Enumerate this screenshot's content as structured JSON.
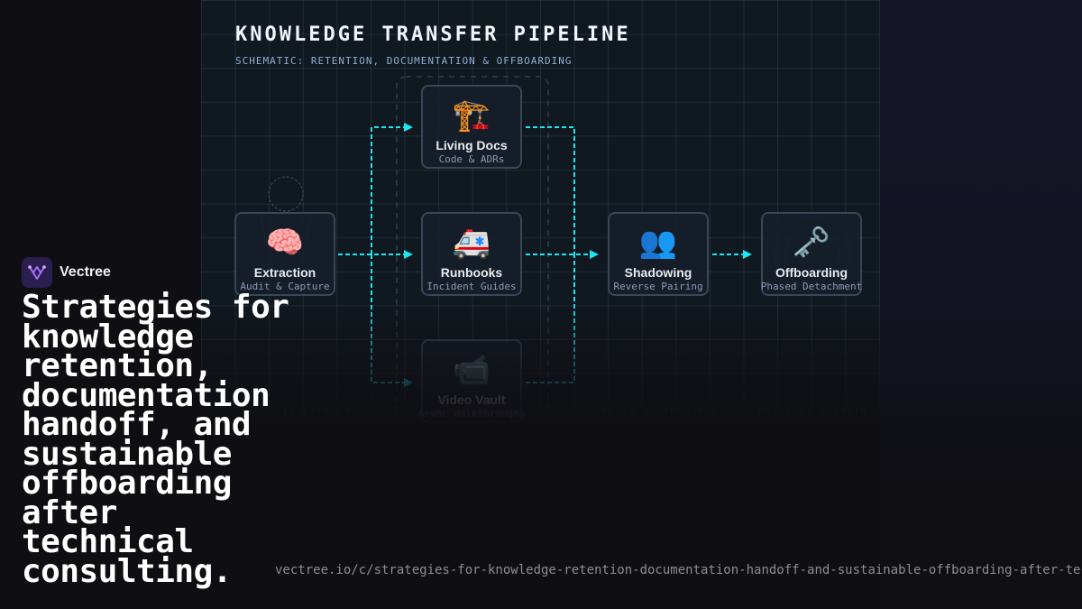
{
  "brand": {
    "name": "Vectree",
    "logo_icon": "vectree-logo-icon",
    "logo_bg": "#2a1f4e",
    "logo_color": "#a86cff"
  },
  "headline": "Strategies for knowledge retention, documentation handoff, and sustainable offboarding after technical consulting.",
  "url": "vectree.io/c/strategies-for-knowledge-retention-documentation-handoff-and-sustainable-offboarding-after-technical-consulting",
  "diagram": {
    "title": "KNOWLEDGE TRANSFER PIPELINE",
    "subtitle": "SCHEMATIC: RETENTION, DOCUMENTATION & OFFBOARDING",
    "accent_color": "#1ee6f0",
    "nodes": {
      "extraction": {
        "icon": "brain-icon",
        "glyph": "🧠",
        "name": "Extraction",
        "sub": "Audit & Capture"
      },
      "living_docs": {
        "icon": "crane-icon",
        "glyph": "🏗️",
        "name": "Living Docs",
        "sub": "Code & ADRs"
      },
      "runbooks": {
        "icon": "ambulance-icon",
        "glyph": "🚑",
        "name": "Runbooks",
        "sub": "Incident Guides"
      },
      "video_vault": {
        "icon": "video-camera-icon",
        "glyph": "📹",
        "name": "Video Vault",
        "sub": "Async Walkthroughs"
      },
      "shadowing": {
        "icon": "people-icon",
        "glyph": "👥",
        "name": "Shadowing",
        "sub": "Reverse Pairing"
      },
      "offboarding": {
        "icon": "key-icon",
        "glyph": "🗝️",
        "name": "Offboarding",
        "sub": "Phased Detachment"
      }
    },
    "phases": {
      "extract": "1: EXTRACT",
      "transfer": "PHASE 3: TRANSFER",
      "sustain": "PHASE 4: SUSTAIN"
    }
  }
}
